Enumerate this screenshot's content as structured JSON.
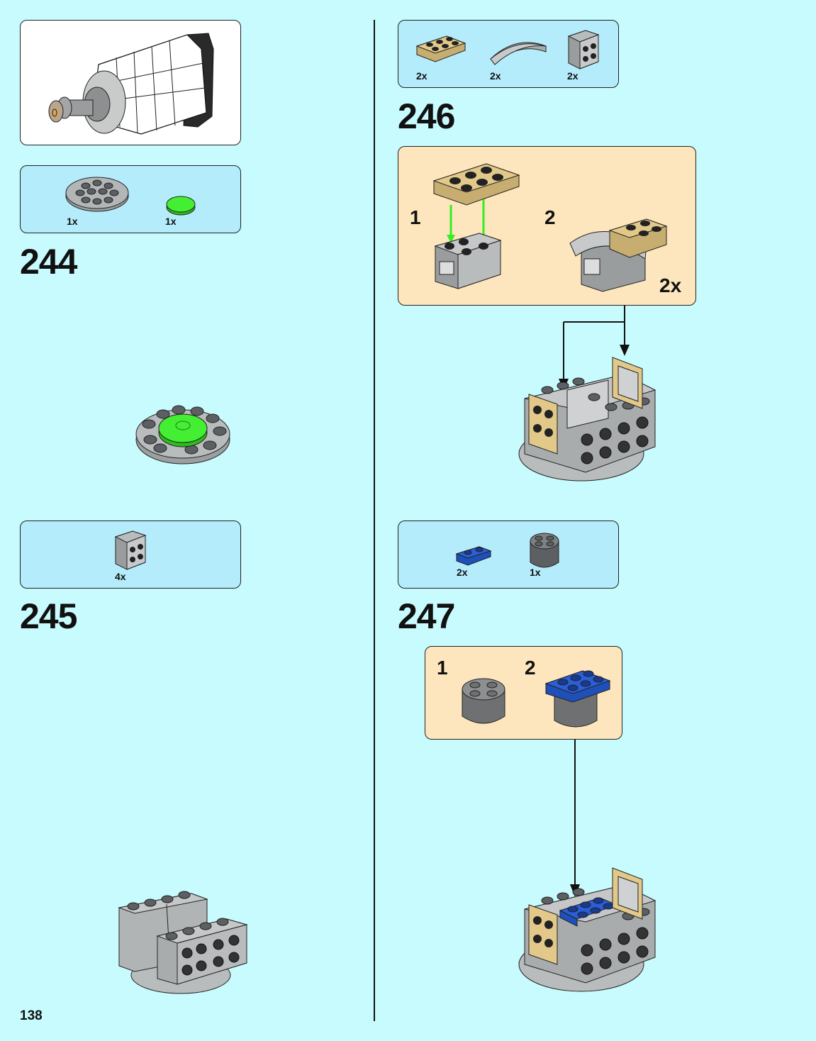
{
  "page": {
    "number": "138"
  },
  "steps": [
    {
      "number": "244",
      "parts": [
        {
          "name": "round-plate-4x4-icon",
          "qty": "1x"
        },
        {
          "name": "round-tile-green-icon",
          "qty": "1x"
        }
      ]
    },
    {
      "number": "245",
      "parts": [
        {
          "name": "brick-2x2-grey-icon",
          "qty": "4x"
        }
      ]
    },
    {
      "number": "246",
      "parts": [
        {
          "name": "plate-2x3-tan-icon",
          "qty": "2x"
        },
        {
          "name": "curved-slope-grey-icon",
          "qty": "2x"
        },
        {
          "name": "brick-2x2-grey-icon",
          "qty": "2x"
        }
      ],
      "sub": {
        "num1": "1",
        "num2": "2",
        "multiplier": "2x"
      }
    },
    {
      "number": "247",
      "parts": [
        {
          "name": "plate-1x2-blue-icon",
          "qty": "2x"
        },
        {
          "name": "round-brick-dark-grey-icon",
          "qty": "1x"
        }
      ],
      "sub": {
        "num1": "1",
        "num2": "2"
      }
    }
  ],
  "colors": {
    "background": "#c8fbfd",
    "parts_box": "#b4ecfb",
    "sub_box": "#fde6bd",
    "green": "#44ee33",
    "tan": "#e2c98a",
    "blue": "#2a5fd8",
    "light_grey": "#b9bcbd",
    "dark_grey": "#6e7072"
  }
}
